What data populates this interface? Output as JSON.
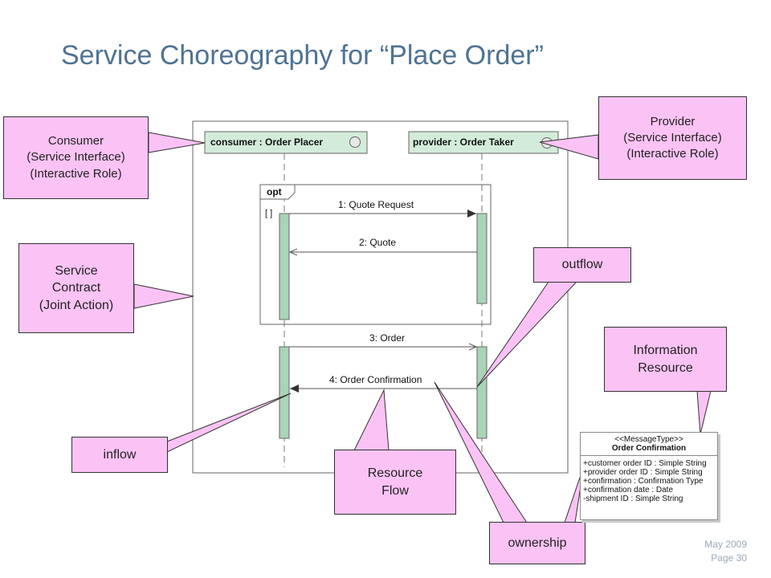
{
  "title": "Service Choreography for “Place Order”",
  "callouts": {
    "consumer": "Consumer\n(Service Interface)\n(Interactive Role)",
    "provider": "Provider\n(Service Interface)\n(Interactive Role)",
    "contract": "Service\nContract\n(Joint Action)",
    "outflow": "outflow",
    "information": "Information\nResource",
    "inflow": "inflow",
    "resource_flow": "Resource\nFlow",
    "ownership": "ownership"
  },
  "diagram": {
    "consumer_lifeline": "consumer : Order Placer",
    "provider_lifeline": "provider : Order Taker",
    "opt_label": "opt",
    "guard": "[ ]",
    "messages": [
      "1: Quote Request",
      "2: Quote",
      "3: Order",
      "4: Order Confirmation"
    ]
  },
  "message_type": {
    "stereotype": "<<MessageType>>",
    "name": "Order Confirmation",
    "attributes": [
      "+customer order ID : Simple String",
      "+provider order ID : Simple String",
      "+confirmation : Confirmation Type",
      "+confirmation date : Date",
      "-shipment ID : Simple String"
    ]
  },
  "footer": {
    "date": "May 2009",
    "page": "Page 30"
  },
  "colors": {
    "callout_fill": "#fbc3f5",
    "lifeline_fill": "#d3ecd9",
    "activation_fill": "#a9d4b5",
    "title": "#4f7393"
  }
}
